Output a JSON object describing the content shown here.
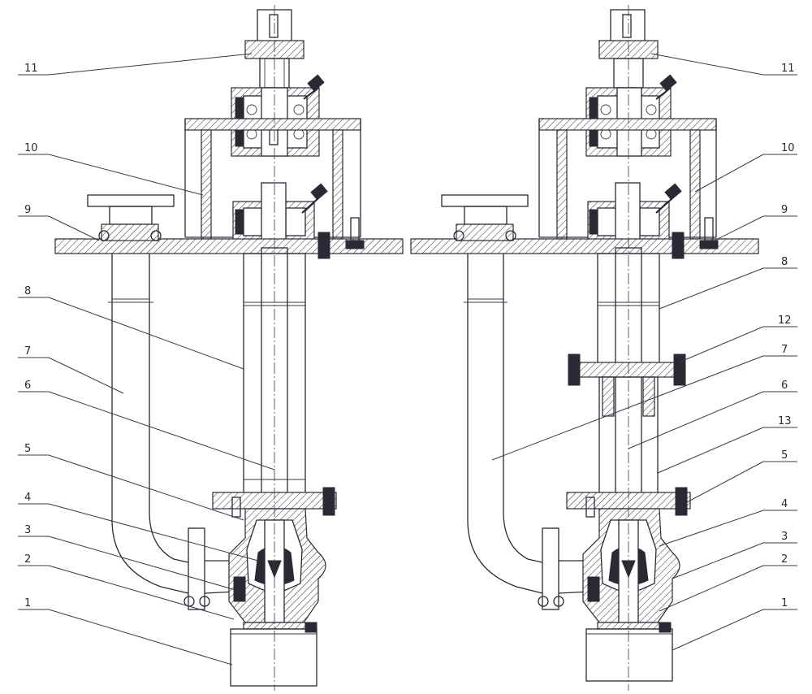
{
  "left_labels": [
    "11",
    "10",
    "9",
    "8",
    "7",
    "6",
    "5",
    "4",
    "3",
    "2",
    "1"
  ],
  "right_labels": [
    "11",
    "10",
    "9",
    "8",
    "12",
    "7",
    "6",
    "13",
    "5",
    "4",
    "3",
    "2",
    "1"
  ]
}
